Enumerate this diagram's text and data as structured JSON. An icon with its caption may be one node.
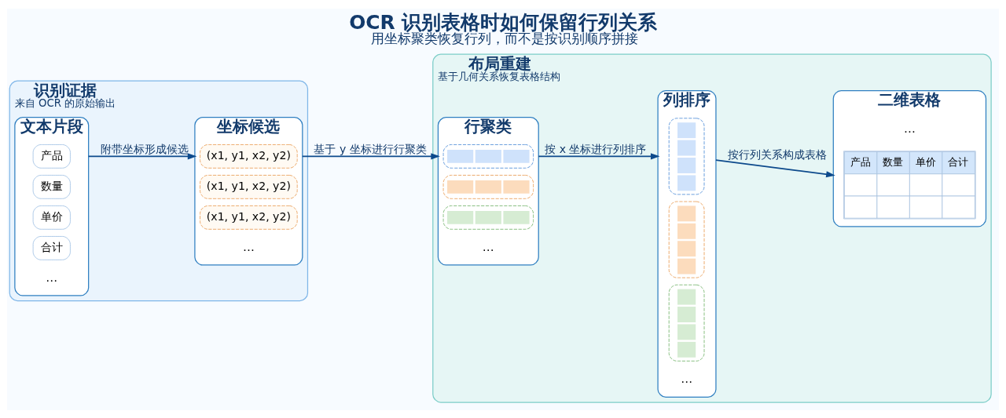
{
  "diagram": {
    "title": "OCR 识别表格时如何保留行列关系",
    "nodes": [
      {
        "text": [
          "识别证据",
          "来自 OCR 的原始输出"
        ]
      },
      {
        "text": [
          "文本片段"
        ],
        "in": 0
      },
      {
        "text": [
          "产品"
        ],
        "in": 1
      },
      {
        "text": [
          "数量"
        ],
        "in": 1
      },
      {
        "text": [
          "单价"
        ],
        "in": 1
      },
      {
        "text": [
          "合计"
        ],
        "in": 1
      },
      {
        "text": [
          "坐标候选"
        ],
        "in": 0
      },
      {
        "text": [
          "(x1, y1, x2, y2)"
        ],
        "in": 6
      },
      {
        "text": [
          "(x1, y1, x2, y2)"
        ],
        "in": 6
      },
      {
        "text": [
          "(x1, y1, x2, y2)"
        ],
        "in": 6
      },
      {
        "text": [
          "布局重建",
          "基于几何关系恢复表格结构"
        ]
      },
      {
        "text": [
          "行聚类"
        ],
        "in": 10
      },
      {
        "text": [],
        "shape": "box",
        "in": 11
      },
      {
        "text": [],
        "shape": "box",
        "in": 11
      },
      {
        "text": [],
        "shape": "box",
        "in": 11
      },
      {
        "text": [
          "列排序"
        ],
        "in": 10
      },
      {
        "text": [],
        "shape": "box",
        "in": 15
      },
      {
        "text": [],
        "shape": "box",
        "in": 15
      },
      {
        "text": [],
        "shape": "box",
        "in": 15
      },
      {
        "text": [
          "二维表格"
        ],
        "in": 10
      }
    ],
    "edges": [
      {
        "from": 1,
        "to": 6,
        "arrow": "to",
        "label": "附带坐标形成候选"
      },
      {
        "from": 6,
        "to": 11,
        "arrow": "to",
        "label": "基于 y 坐标进行行聚类"
      },
      {
        "from": 11,
        "to": 15,
        "arrow": "to",
        "label": "按 x 坐标进行列排序"
      },
      {
        "from": 15,
        "to": 19,
        "arrow": "to",
        "label": "按行列关系构成表格"
      }
    ],
    "labels": [
      "用坐标聚类恢复行列，而不是按识别顺序拼接",
      "…",
      "…",
      "…",
      "…",
      "产品",
      "数量",
      "单价",
      "合计",
      "…"
    ]
  }
}
